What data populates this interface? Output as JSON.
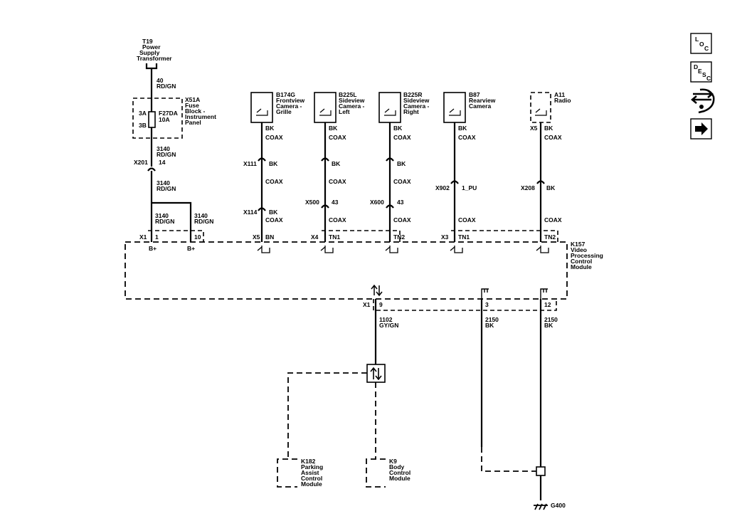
{
  "nav": {
    "loc_l": "L",
    "loc_o": "O",
    "loc_c": "C",
    "desc_d": "D",
    "desc_e": "E",
    "desc_s": "S",
    "desc_c": "C"
  },
  "components": {
    "t19": [
      "T19",
      "Power",
      "Supply",
      "Transformer"
    ],
    "x51a": [
      "X51A",
      "Fuse",
      "Block -",
      "Instrument",
      "Panel"
    ],
    "fuse": [
      "F27DA",
      "10A"
    ],
    "b174g": [
      "B174G",
      "Frontview",
      "Camera -",
      "Grille"
    ],
    "b225l": [
      "B225L",
      "Sideview",
      "Camera -",
      "Left"
    ],
    "b225r": [
      "B225R",
      "Sideview",
      "Camera -",
      "Right"
    ],
    "b87": [
      "B87",
      "Rearview",
      "Camera"
    ],
    "a11": [
      "A11",
      "Radio"
    ],
    "k157": [
      "K157",
      "Video",
      "Processing",
      "Control",
      "Module"
    ],
    "k182": [
      "K182",
      "Parking",
      "Assist",
      "Control",
      "Module"
    ],
    "k9": [
      "K9",
      "Body",
      "Control",
      "Module"
    ],
    "g400": "G400"
  },
  "labels": {
    "t19_wire": [
      "40",
      "RD/GN"
    ],
    "fuse_3a": "3A",
    "fuse_3b": "3B",
    "x201_wire": [
      "3140",
      "RD/GN"
    ],
    "x201": "X201",
    "x201_pin": "14",
    "x201_wire_b": [
      "3140",
      "RD/GN"
    ],
    "x1_wire_a": [
      "3140",
      "RD/GN"
    ],
    "x1_wire_b": [
      "3140",
      "RD/GN"
    ],
    "x1": "X1",
    "x1_pin1": "1",
    "x1_pin10": "10",
    "bplus1": "B+",
    "bplus2": "B+",
    "bk": "BK",
    "coax": "COAX",
    "x111": "X111",
    "x114": "X114",
    "x500": "X500",
    "x500_pin": "43",
    "x600": "X600",
    "x600_pin": "43",
    "x902": "X902",
    "x902_pin": "1_PU",
    "x208": "X208",
    "x5_radio": "X5",
    "x5": "X5",
    "bn": "BN",
    "x4": "X4",
    "tn1": "TN1",
    "tn2": "TN2",
    "x3": "X3",
    "x1_bottom": "X1",
    "pin9": "9",
    "pin3": "3",
    "pin12": "12",
    "w1102": [
      "1102",
      "GY/GN"
    ],
    "w2150a": [
      "2150",
      "BK"
    ],
    "w2150b": [
      "2150",
      "BK"
    ]
  }
}
